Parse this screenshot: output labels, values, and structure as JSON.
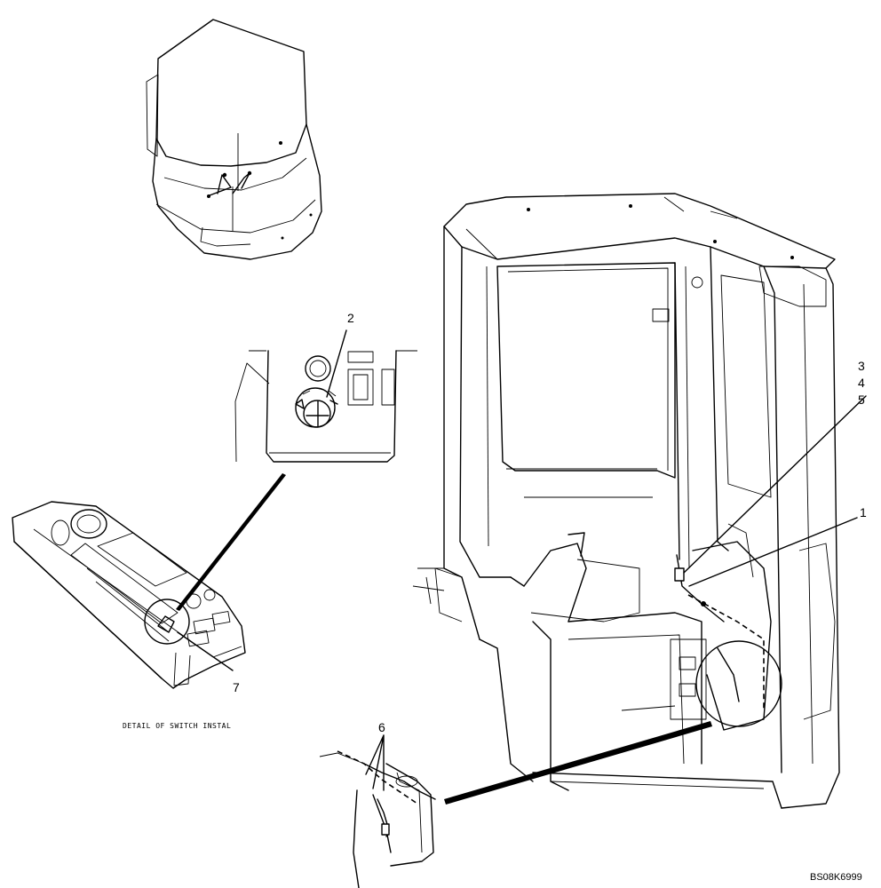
{
  "callouts": {
    "c1": "1",
    "c2": "2",
    "c3": "3",
    "c4": "4",
    "c5": "5",
    "c6": "6",
    "c7": "7"
  },
  "caption": "DETAIL OF SWITCH INSTAL",
  "drawing_code": "BS08K6999"
}
